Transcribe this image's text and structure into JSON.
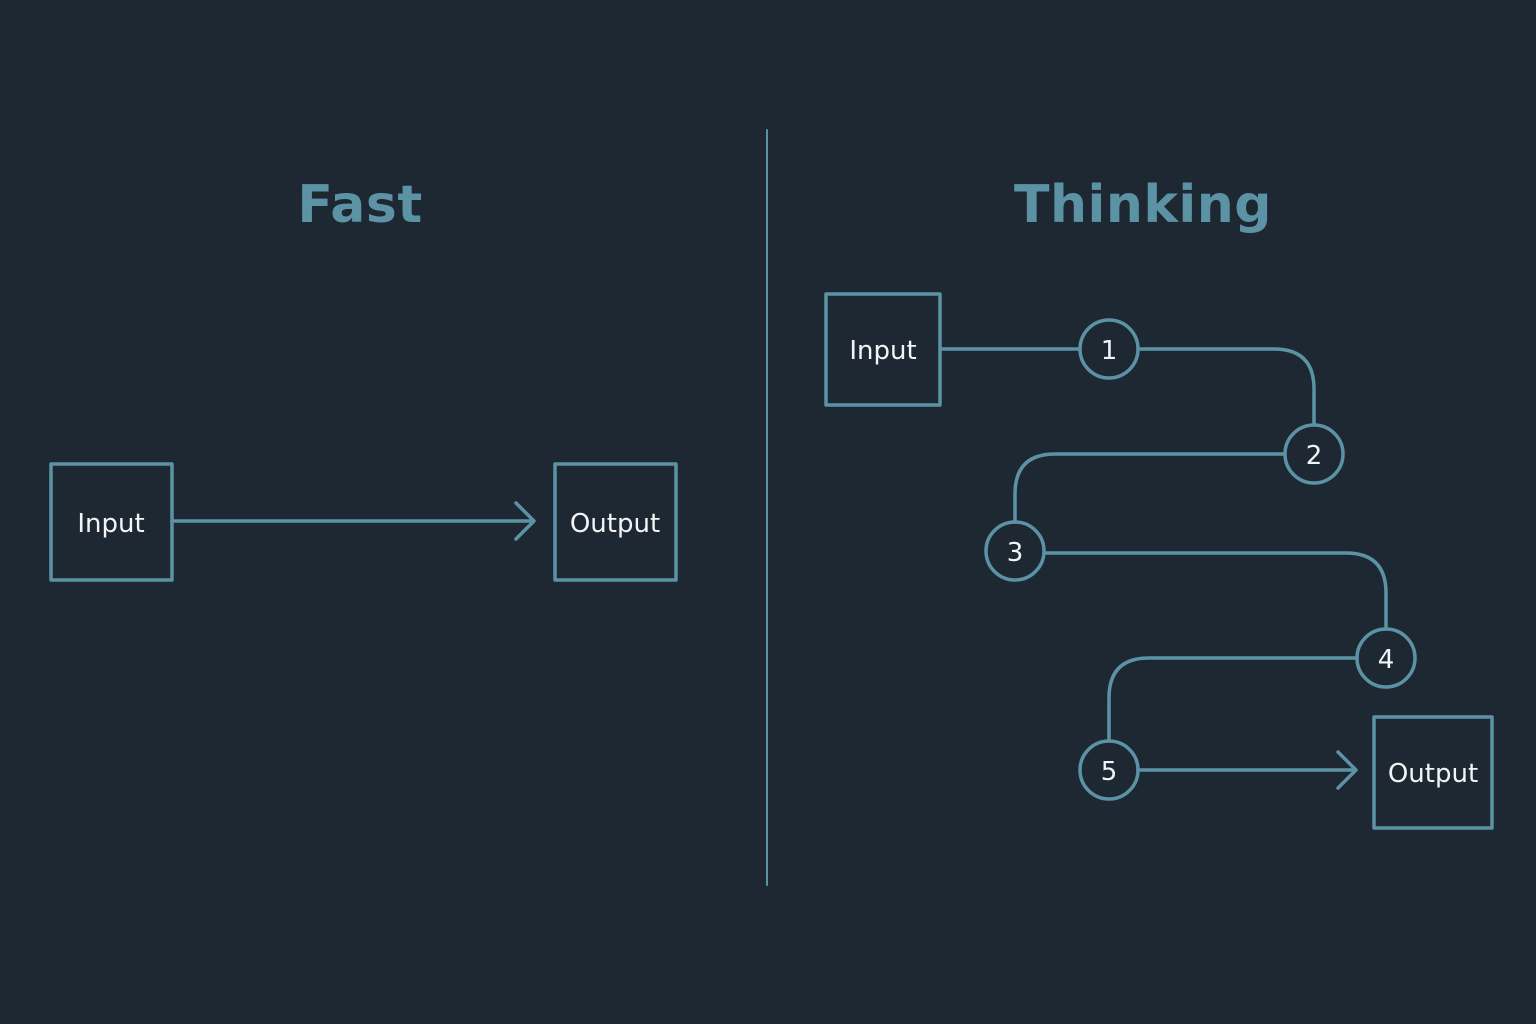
{
  "colors": {
    "background": "#1e2833",
    "accent": "#5b93a5",
    "title": "#5b93a5",
    "divider": "#5b93a5",
    "text": "#f2f4f6"
  },
  "fast": {
    "title": "Fast",
    "input_label": "Input",
    "output_label": "Output"
  },
  "thinking": {
    "title": "Thinking",
    "input_label": "Input",
    "output_label": "Output",
    "steps": [
      "1",
      "2",
      "3",
      "4",
      "5"
    ]
  }
}
